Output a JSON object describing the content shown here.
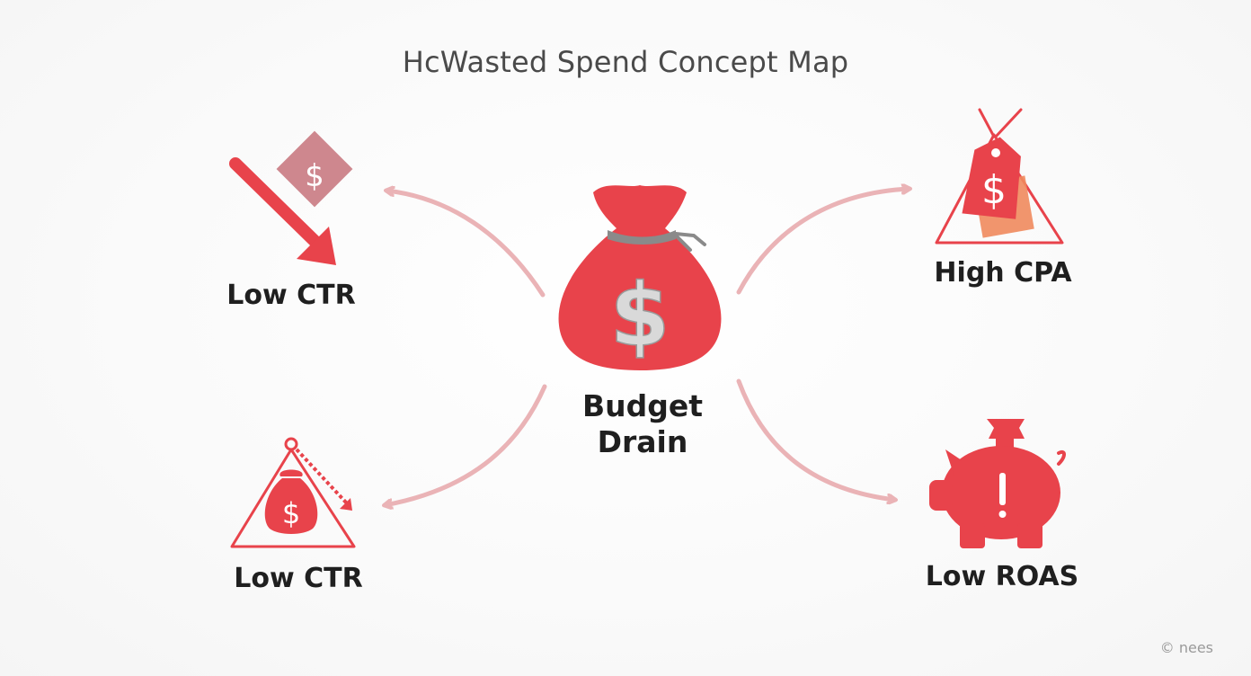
{
  "title": "HcWasted Spend Concept Map",
  "center": {
    "line1": "Budget",
    "line2": "Drain",
    "icon": "money-bag-icon"
  },
  "nodes": {
    "top_left": {
      "label": "Low CTR",
      "icon": "down-arrow-dollar-icon"
    },
    "bottom_left": {
      "label": "Low CTR",
      "icon": "warning-money-bag-icon"
    },
    "top_right": {
      "label": "High CPA",
      "icon": "price-tag-warning-icon"
    },
    "bottom_right": {
      "label": "Low ROAS",
      "icon": "piggy-bank-alert-icon"
    }
  },
  "watermark": "© nees",
  "colors": {
    "accent": "#e8434b",
    "accent_light": "#eab3b6",
    "muted_square": "#c97a82",
    "tie": "#8a8a8a",
    "dollar_silver": "#d9d9d9",
    "tag_orange": "#f08a5d",
    "text_dark": "#1f1f1f",
    "title_gray": "#4a4a4a"
  }
}
